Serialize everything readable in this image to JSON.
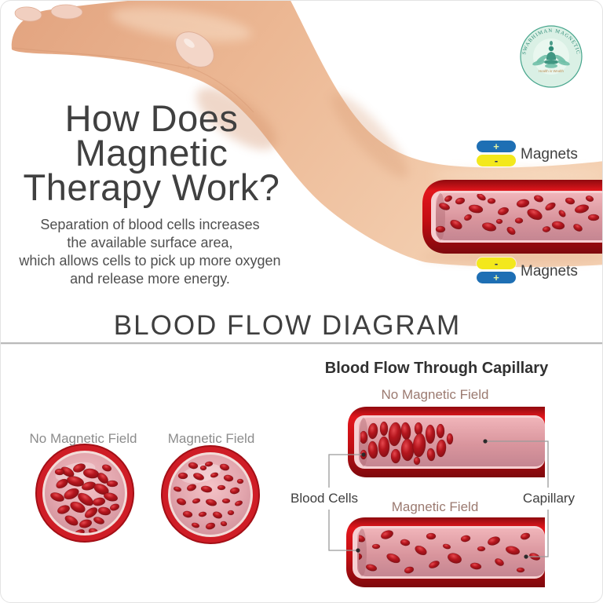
{
  "header": {
    "title_lines": [
      "How Does",
      "Magnetic",
      "Therapy Work?"
    ],
    "subtitle_lines": [
      "Separation of blood cells increases",
      "the available surface area,",
      "which allows cells to pick up more oxygen",
      "and release more energy."
    ]
  },
  "logo": {
    "arc_text": "SWABHIMAN MAGNETIC",
    "tagline": "Health is Wealth",
    "accent_color": "#2e8b76"
  },
  "arm_section": {
    "magnets_top": {
      "label": "Magnets",
      "bars": [
        {
          "color": "#1e6fb4",
          "symbol": "+",
          "symbol_color": "#e3f2a4"
        },
        {
          "color": "#f3e81c",
          "symbol": "-",
          "symbol_color": "#232b5e"
        }
      ]
    },
    "magnets_bottom": {
      "label": "Magnets",
      "bars": [
        {
          "color": "#f3e81c",
          "symbol": "-",
          "symbol_color": "#232b5e"
        },
        {
          "color": "#1e6fb4",
          "symbol": "+",
          "symbol_color": "#e3f2a4"
        }
      ]
    },
    "vessel_wall_color": "#c81015",
    "lumen_color": "#e2a0a8",
    "cell_color": "#a5121c",
    "skin_color": "#ecbb98"
  },
  "diagram_section": {
    "section_title": "BLOOD FLOW DIAGRAM",
    "cross_sections": [
      {
        "label": "No Magnetic Field"
      },
      {
        "label": "Magnetic Field"
      }
    ],
    "capillary_panel": {
      "title": "Blood Flow Through Capillary",
      "tubes": [
        {
          "label": "No Magnetic Field"
        },
        {
          "label": "Magnetic Field"
        }
      ],
      "annotations": {
        "left": "Blood Cells",
        "right": "Capillary"
      }
    }
  }
}
